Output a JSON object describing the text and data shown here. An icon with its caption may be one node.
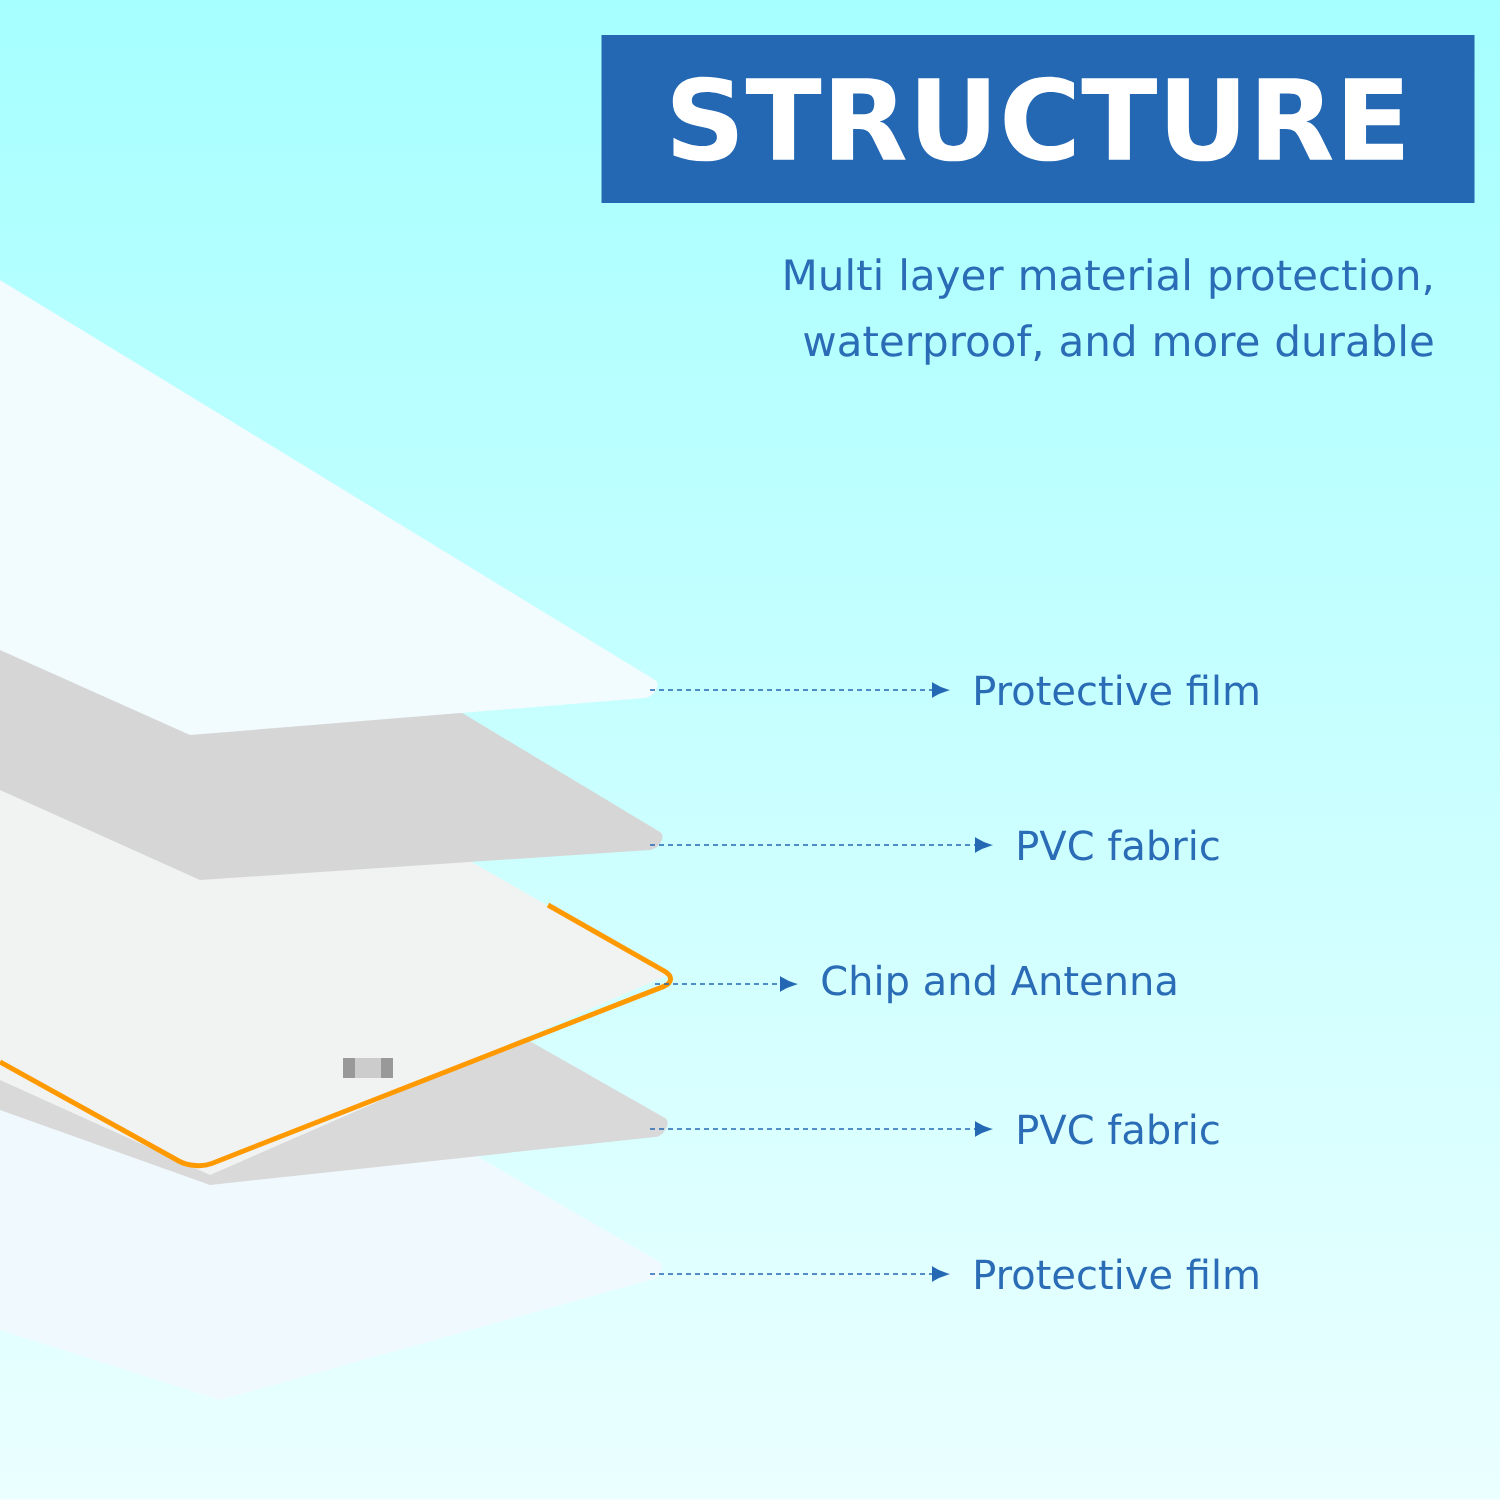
{
  "diagram": {
    "title": "STRUCTURE",
    "nodes": [
      {
        "text": [
          "Protective film"
        ]
      },
      {
        "text": [
          "PVC fabric"
        ]
      },
      {
        "text": [
          "Chip and Antenna"
        ]
      },
      {
        "text": [
          "PVC fabric"
        ]
      },
      {
        "text": [
          "Protective film"
        ]
      }
    ],
    "edges": [
      {
        "from": null,
        "to": 0,
        "arrow": "to",
        "style": "dashed"
      },
      {
        "from": null,
        "to": 1,
        "arrow": "to",
        "style": "dashed"
      },
      {
        "from": null,
        "to": 2,
        "arrow": "to",
        "style": "dashed"
      },
      {
        "from": null,
        "to": 3,
        "arrow": "to",
        "style": "dashed"
      },
      {
        "from": null,
        "to": 4,
        "arrow": "to",
        "style": "dashed"
      }
    ],
    "labels": [
      "Multi layer material protection, waterproof, and more durable"
    ]
  }
}
